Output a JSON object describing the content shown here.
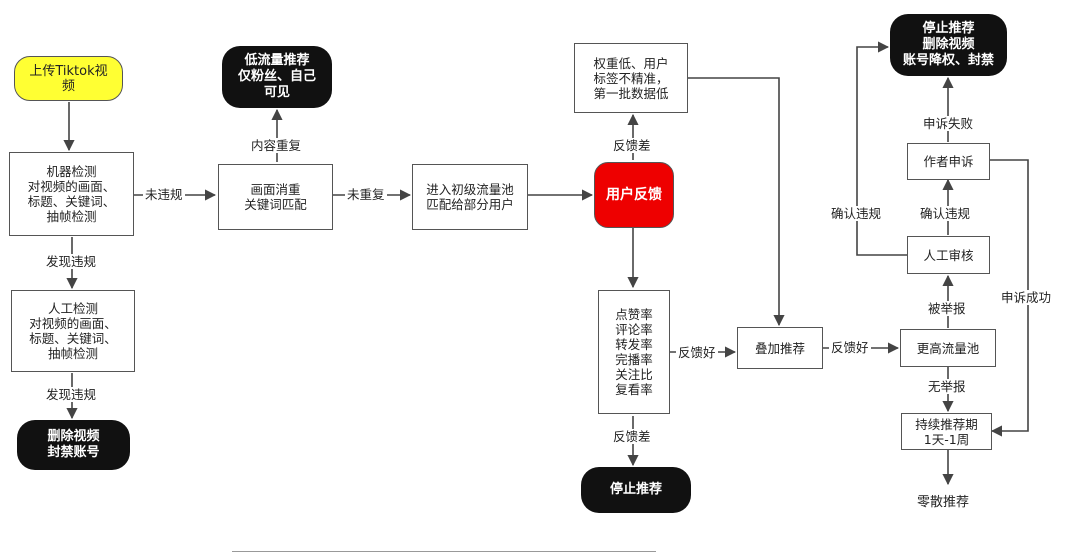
{
  "nodes": {
    "upload": "上传Tiktok视\n频",
    "machine_check": "机器检测\n对视频的画面、\n标题、关键词、\n抽帧检测",
    "manual_check": "人工检测\n对视频的画面、\n标题、关键词、\n抽帧检测",
    "delete_ban": "删除视频\n封禁账号",
    "low_traffic": "低流量推荐\n仅粉丝、自己\n可见",
    "dedupe": "画面消重\n关键词匹配",
    "initial_pool": "进入初级流量池\n匹配给部分用户",
    "low_weight": "权重低、用户\n标签不精准，\n第一批数据低",
    "user_feedback": "用户反馈",
    "metrics": "点赞率\n评论率\n转发率\n完播率\n关注比\n复看率",
    "stop_rec": "停止推荐",
    "stack_rec": "叠加推荐",
    "higher_pool": "更高流量池",
    "sustained": "持续推荐期\n1天-1周",
    "scatter_rec": "零散推荐",
    "manual_review": "人工审核",
    "author_appeal": "作者申诉",
    "final_stop": "停止推荐\n删除视频\n账号降权、封禁"
  },
  "edge_labels": {
    "no_violation": "未违规",
    "found_violation_1": "发现违规",
    "found_violation_2": "发现违规",
    "dup_content": "内容重复",
    "not_dup": "未重复",
    "feedback_bad_1": "反馈差",
    "feedback_bad_2": "反馈差",
    "feedback_good_1": "反馈好",
    "feedback_good_2": "反馈好",
    "no_report": "无举报",
    "reported": "被举报",
    "confirm_violation_1": "确认违规",
    "confirm_violation_2": "确认违规",
    "appeal_fail": "申诉失败",
    "appeal_success": "申诉成功"
  },
  "colors": {
    "start": "#ffff33",
    "terminal": "#111111",
    "highlight": "#ee0000",
    "line": "#444444"
  }
}
